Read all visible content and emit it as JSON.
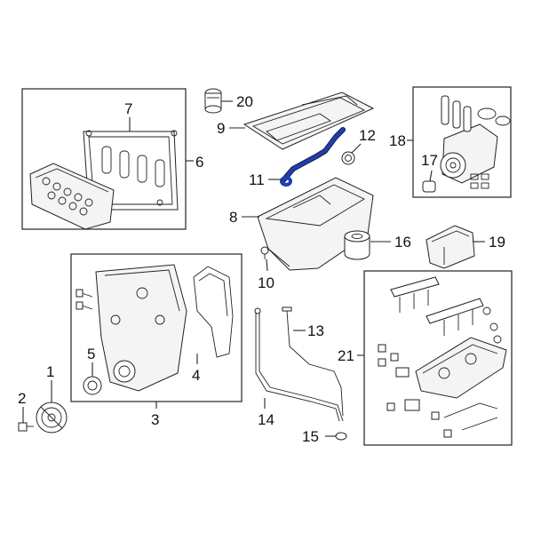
{
  "callouts": {
    "c1": "1",
    "c2": "2",
    "c3": "3",
    "c4": "4",
    "c5": "5",
    "c6": "6",
    "c7": "7",
    "c8": "8",
    "c9": "9",
    "c10": "10",
    "c11": "11",
    "c12": "12",
    "c13": "13",
    "c14": "14",
    "c15": "15",
    "c16": "16",
    "c17": "17",
    "c18": "18",
    "c19": "19",
    "c20": "20",
    "c21": "21"
  },
  "highlight_color": "#1f3fb0"
}
